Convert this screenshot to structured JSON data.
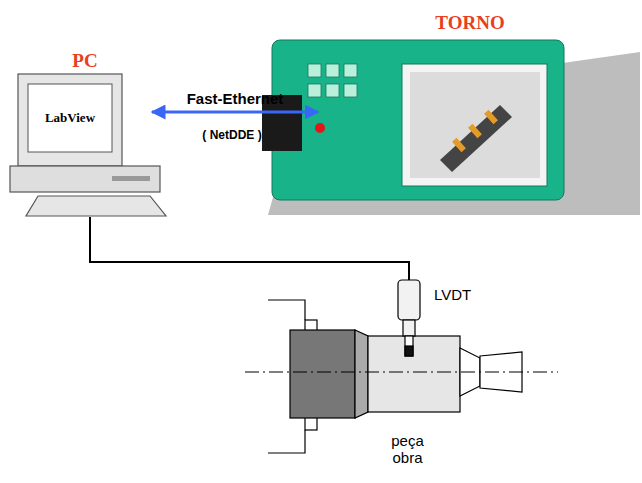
{
  "diagram": {
    "nodes": [
      {
        "text": [
          "PC",
          "LabView"
        ]
      },
      {
        "text": [
          "TORNO"
        ]
      },
      {
        "text": [
          "LVDT"
        ]
      },
      {
        "text": [
          "peça obra"
        ]
      }
    ],
    "edges": [
      {
        "from": 0,
        "to": 1,
        "label": "Fast-Ethernet",
        "arrow": "both"
      },
      {
        "from": 0,
        "to": 2,
        "arrow": "none"
      }
    ],
    "labels": [
      "( NetDDE )"
    ]
  }
}
